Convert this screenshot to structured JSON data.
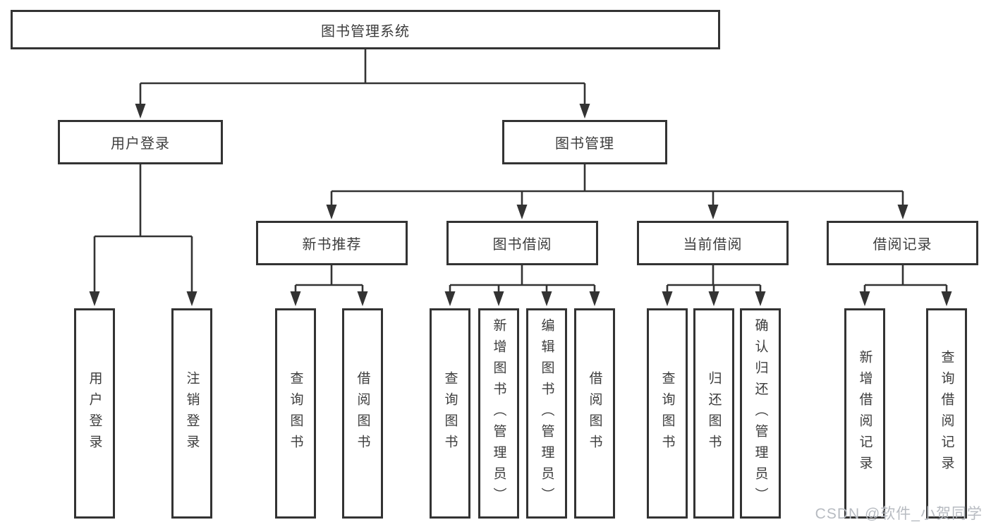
{
  "diagram": {
    "root": {
      "label": "图书管理系统"
    },
    "branches": [
      {
        "label": "用户登录",
        "leaves": [
          "用户登录",
          "注销登录"
        ]
      },
      {
        "label": "图书管理"
      }
    ],
    "groups": [
      {
        "label": "新书推荐",
        "leaves": [
          "查询图书",
          "借阅图书"
        ]
      },
      {
        "label": "图书借阅",
        "leaves": [
          "查询图书",
          "新增图书（管理员）",
          "编辑图书（管理员）",
          "借阅图书"
        ]
      },
      {
        "label": "当前借阅",
        "leaves": [
          "查询图书",
          "归还图书",
          "确认归还（管理员）"
        ]
      },
      {
        "label": "借阅记录",
        "leaves": [
          "新增借阅记录",
          "查询借阅记录"
        ]
      }
    ]
  },
  "watermark": "CSDN @软件_小贺同学",
  "colors": {
    "line": "#333333",
    "text": "#3d3d3d",
    "box-bg": "#ffffff",
    "watermark": "#b7bbc1"
  }
}
